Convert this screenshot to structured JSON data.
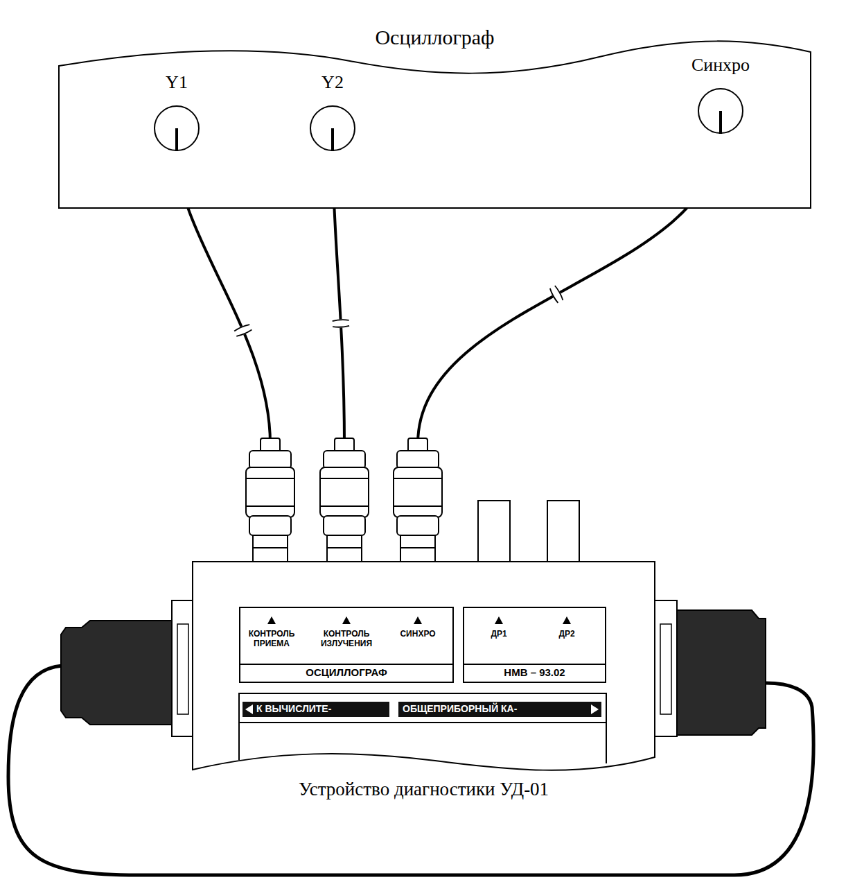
{
  "diagram": {
    "nodes": [
      {
        "text": [
          "Осциллограф"
        ]
      },
      {
        "text": [
          "Y1"
        ],
        "in": 0
      },
      {
        "text": [
          "Y2"
        ],
        "in": 0
      },
      {
        "text": [
          "Синхро"
        ],
        "in": 0
      },
      {
        "text": [
          "Устройство диагностики УД-01"
        ]
      },
      {
        "text": [
          "КОНТРОЛЬ ПРИЕМА",
          "КОНТРОЛЬ ИЗЛУЧЕНИЯ",
          "СИНХРО",
          "ОСЦИЛЛОГРАФ"
        ],
        "in": 4
      },
      {
        "text": [
          "ДР1",
          "ДР2",
          "НМВ – 93.02"
        ],
        "in": 4
      },
      {
        "text": [
          "К ВЫЧИСЛИТЕ-"
        ],
        "in": 4
      },
      {
        "text": [
          "ОБЩЕПРИБОРНЫЙ КА-"
        ],
        "in": 4
      }
    ],
    "edges": [
      {
        "from": 1,
        "to": 4,
        "arrow": "none"
      },
      {
        "from": 2,
        "to": 4,
        "arrow": "none"
      },
      {
        "from": 3,
        "to": 4,
        "arrow": "none"
      }
    ]
  }
}
